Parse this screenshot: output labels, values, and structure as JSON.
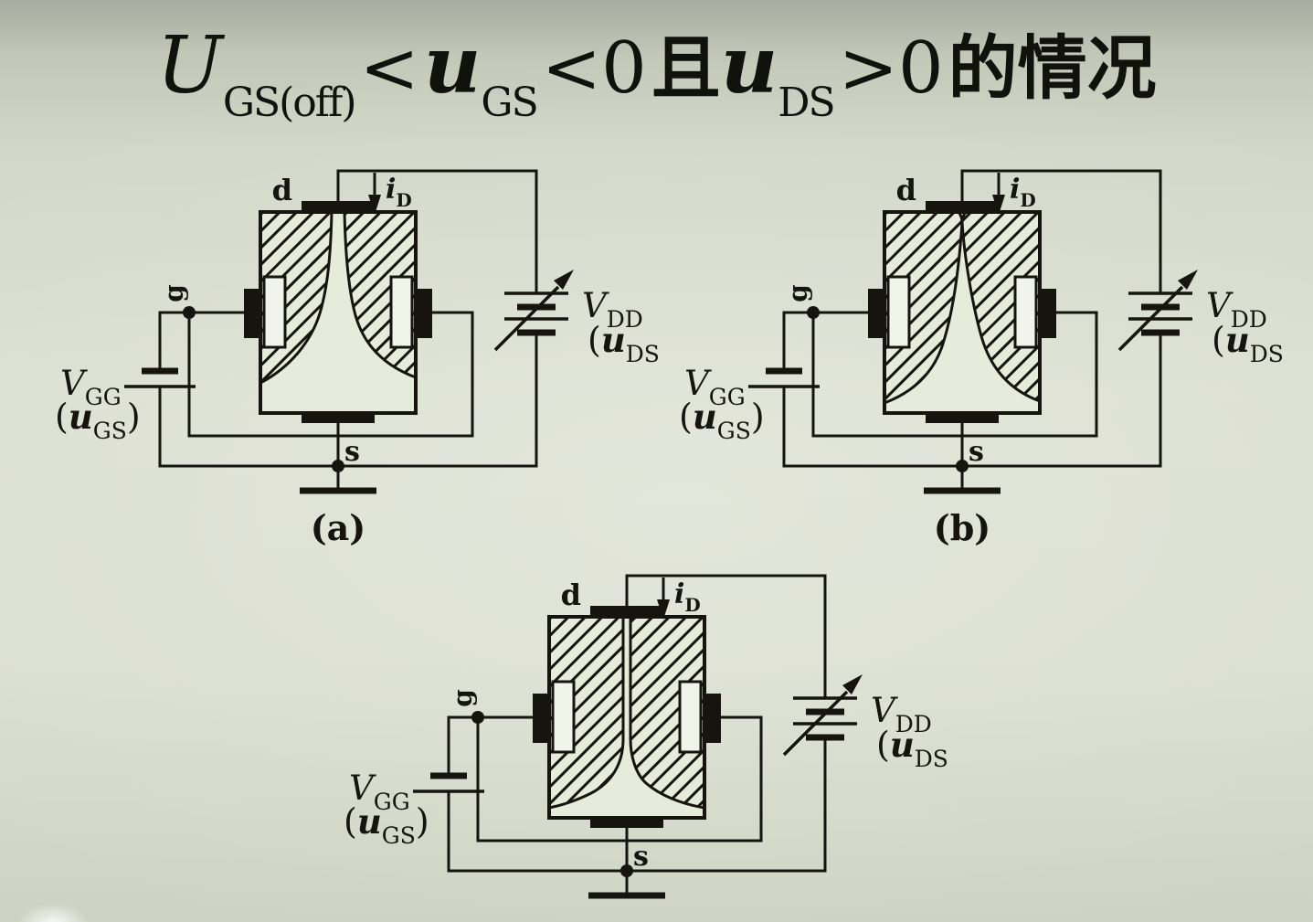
{
  "colors": {
    "background_top": "#a7aca0",
    "background_mid": "#dce0d1",
    "ink": "#15150e"
  },
  "slide": {
    "title": {
      "term1_main": "U",
      "term1_sub": "GS(off)",
      "op1": "<",
      "term2_main": "u",
      "term2_sub": "GS",
      "op2": "<0",
      "conj": "且",
      "term3_main": "u",
      "term3_sub": "DS",
      "op3": ">0",
      "suffix": "的情况"
    }
  },
  "labels": {
    "drain": "d",
    "gate": "g",
    "source": "s",
    "drain_current_main": "i",
    "drain_current_sub": "D",
    "gate_supply_main": "V",
    "gate_supply_sub": "GG",
    "gate_supply_paren_open": "(",
    "gate_supply_u": "u",
    "gate_supply_u_sub": "GS",
    "gate_supply_paren_close": ")",
    "drain_supply_main": "V",
    "drain_supply_sub": "DD",
    "drain_supply_paren_open": "(",
    "drain_supply_u": "u",
    "drain_supply_u_sub": "DS",
    "drain_supply_paren_close": ")"
  },
  "circuits": [
    {
      "caption": "(a)",
      "channel_variant": "narrowing"
    },
    {
      "caption": "(b)",
      "channel_variant": "pinchoff-point"
    },
    {
      "caption": "",
      "channel_variant": "pinchoff-extended"
    }
  ]
}
